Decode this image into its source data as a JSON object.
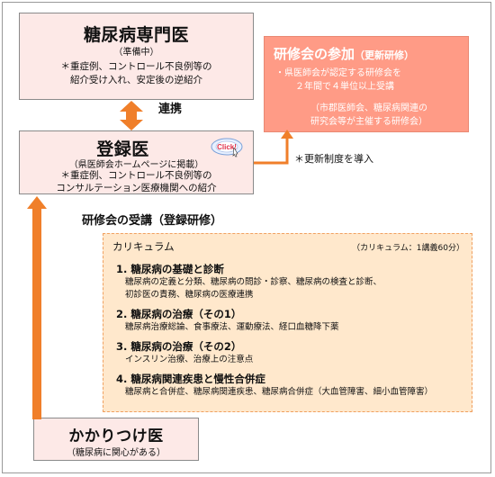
{
  "specialist": {
    "title": "糖尿病専門医",
    "status": "（準備中）",
    "desc_line1": "＊重症例、コントロール不良例等の",
    "desc_line2": "紹介受け入れ、安定後の逆紹介"
  },
  "cooperation_label": "連携",
  "registered": {
    "title": "登録医",
    "sub": "（県医師会ホームページに掲載）",
    "desc_line1": "＊重症例、コントロール不良例等の",
    "desc_line2": "コンサルテーション医療機関への紹介",
    "click_label": "Click!"
  },
  "seminar": {
    "title": "研修会の参加",
    "title_note": "（更新研修）",
    "line1": "・県医師会が認定する研修会を",
    "line2": "２年間で４単位以上受講",
    "line3": "（市郡医師会、糖尿病関連の",
    "line4": "研究会等が主催する研修会）"
  },
  "renewal_label": "＊更新制度を導入",
  "course_title": "研修会の受講（登録研修）",
  "curriculum": {
    "header": "カリキュラム",
    "note": "（カリキュラム：1講義60分）",
    "items": [
      {
        "heading": "1. 糖尿病の基礎と診断",
        "body1": "糖尿病の定義と分類、糖尿病の問診・診察、糖尿病の検査と診断、",
        "body2": "初診医の責務、糖尿病の医療連携"
      },
      {
        "heading": "2. 糖尿病の治療（その1）",
        "body1": "糖尿病治療総論、食事療法、運動療法、経口血糖降下薬",
        "body2": ""
      },
      {
        "heading": "3. 糖尿病の治療（その2）",
        "body1": "インスリン治療、治療上の注意点",
        "body2": ""
      },
      {
        "heading": "4. 糖尿病関連疾患と慢性合併症",
        "body1": "糖尿病と合併症、糖尿病関連疾患、糖尿病合併症（大血管障害、細小血管障害）",
        "body2": ""
      }
    ]
  },
  "kakari": {
    "title": "かかりつけ医",
    "sub": "（糖尿病に関心がある）"
  },
  "colors": {
    "arrow_orange": "#f07f2a",
    "seminar_bg": "#ff9b86",
    "box_pink": "#fde9e7",
    "curriculum_bg": "#ffe8cc"
  }
}
